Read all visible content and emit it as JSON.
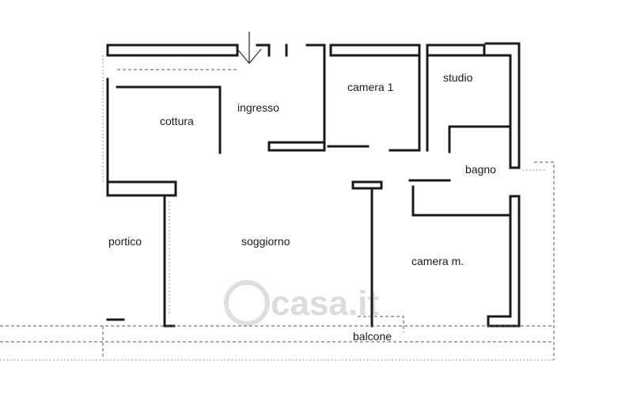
{
  "rooms": {
    "camera1": "camera 1",
    "studio": "studio",
    "ingresso": "ingresso",
    "cottura": "cottura",
    "bagno": "bagno",
    "portico": "portico",
    "soggiorno": "soggiorno",
    "cameram": "camera m.",
    "balcone": "balcone"
  },
  "watermark": "casa.it"
}
